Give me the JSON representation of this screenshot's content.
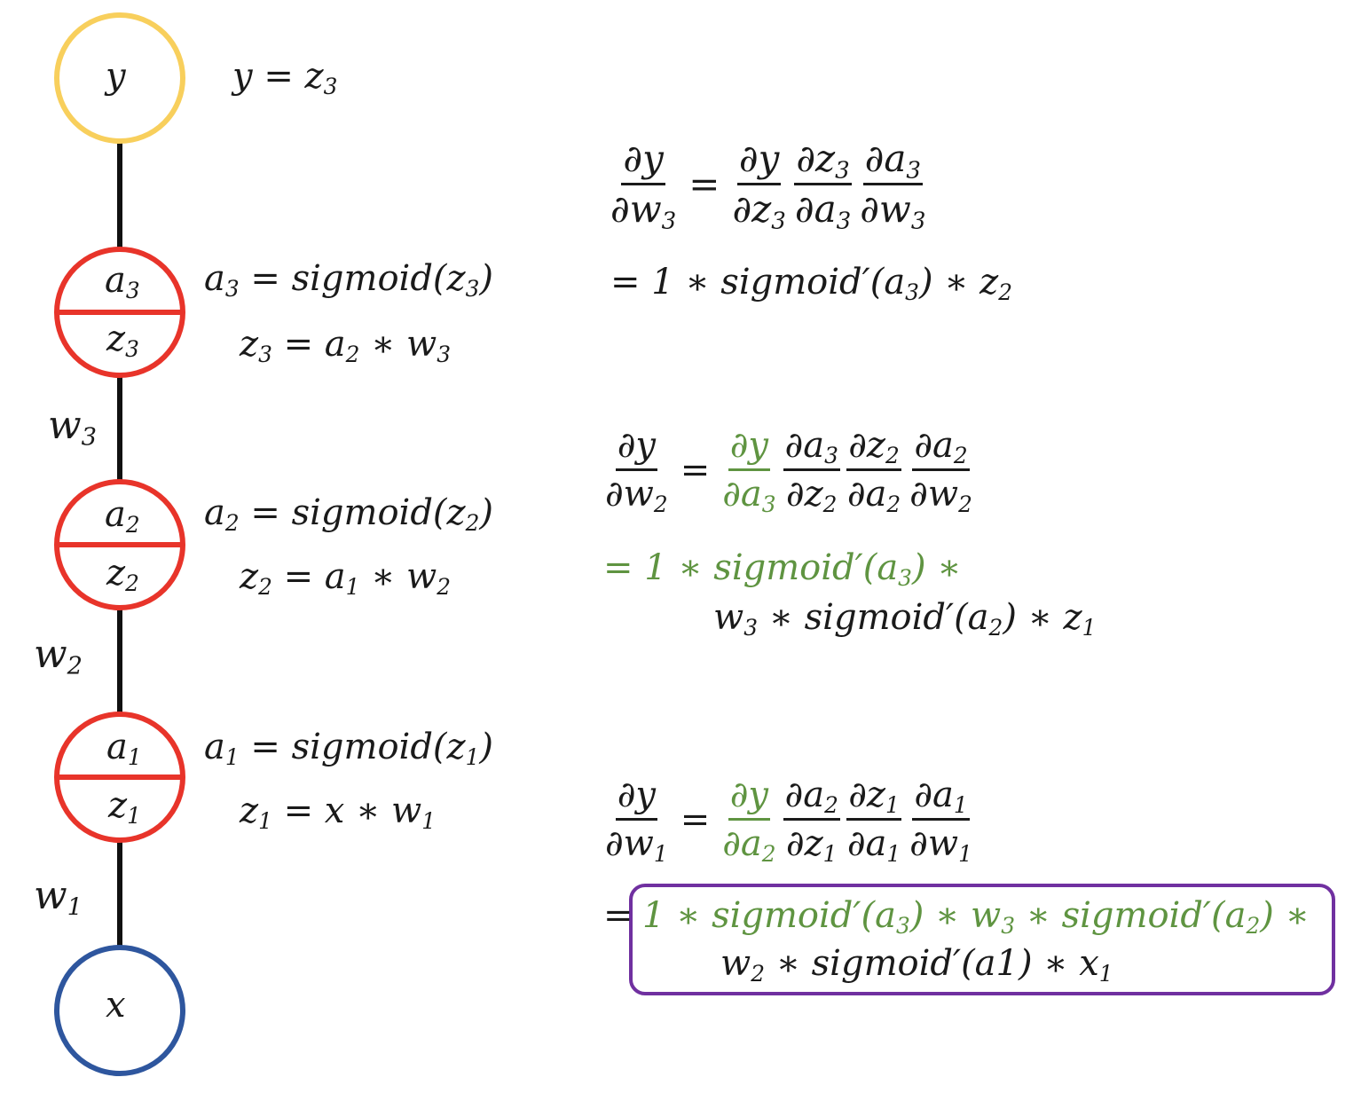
{
  "nodes": {
    "y": {
      "label": "y",
      "color": "#f8cf5c"
    },
    "x": {
      "label": "x",
      "color": "#2e569e"
    },
    "hidden_color": "#e8342a",
    "edge_color": "#111111",
    "n3": {
      "top": "a",
      "top_sub": "3",
      "bottom": "z",
      "bottom_sub": "3"
    },
    "n2": {
      "top": "a",
      "top_sub": "2",
      "bottom": "z",
      "bottom_sub": "2"
    },
    "n1": {
      "top": "a",
      "top_sub": "1",
      "bottom": "z",
      "bottom_sub": "1"
    }
  },
  "weights": {
    "w3": {
      "base": "w",
      "sub": "3"
    },
    "w2": {
      "base": "w",
      "sub": "2"
    },
    "w1": {
      "base": "w",
      "sub": "1"
    }
  },
  "defs": {
    "y": {
      "lhs": "y = z",
      "sub": "3"
    },
    "n3_a": {
      "lhs": "a",
      "lhs_sub": "3",
      "rhs": " = sigmoid(z",
      "rhs_sub": "3",
      "tail": ")"
    },
    "n3_z": {
      "lhs": "z",
      "lhs_sub": "3",
      "rhs": " = a",
      "rhs_sub": "2",
      "tail": " ∗ w",
      "tail_sub": "3"
    },
    "n2_a": {
      "lhs": "a",
      "lhs_sub": "2",
      "rhs": " = sigmoid(z",
      "rhs_sub": "2",
      "tail": ")"
    },
    "n2_z": {
      "lhs": "z",
      "lhs_sub": "2",
      "rhs": " = a",
      "rhs_sub": "1",
      "tail": " ∗ w",
      "tail_sub": "2"
    },
    "n1_a": {
      "lhs": "a",
      "lhs_sub": "1",
      "rhs": " = sigmoid(z",
      "rhs_sub": "1",
      "tail": ")"
    },
    "n1_z": {
      "lhs": "z",
      "lhs_sub": "1",
      "rhs": " = x ∗ w",
      "rhs_sub": "1",
      "tail": ""
    }
  },
  "colors": {
    "green": "#5f9441",
    "box": "#7030a0"
  },
  "derivatives": {
    "dw3": {
      "line1_a": "= 1 ∗ sigmoid′(a",
      "line1_a_sub": "3",
      "line1_b": ") ∗ z",
      "line1_b_sub": "2"
    },
    "dw2": {
      "line1": "= 1 ∗ sigmoid′(a",
      "line1_sub": "3",
      "line1_tail": ") ∗",
      "line2_a": "w",
      "line2_a_sub": "3",
      "line2_b": " ∗ sigmoid′(a",
      "line2_b_sub": "2",
      "line2_c": ") ∗ z",
      "line2_c_sub": "1"
    },
    "dw1": {
      "eq": "=",
      "line1_a": "1 ∗ sigmoid′(a",
      "line1_a_sub": "3",
      "line1_b": ") ∗ w",
      "line1_b_sub": "3",
      "line1_c": " ∗ sigmoid′(a",
      "line1_c_sub": "2",
      "line1_d": ") ∗",
      "line2_a": "w",
      "line2_a_sub": "2",
      "line2_b": " ∗ sigmoid′(a1) ∗ x",
      "line2_b_sub": "1"
    }
  }
}
